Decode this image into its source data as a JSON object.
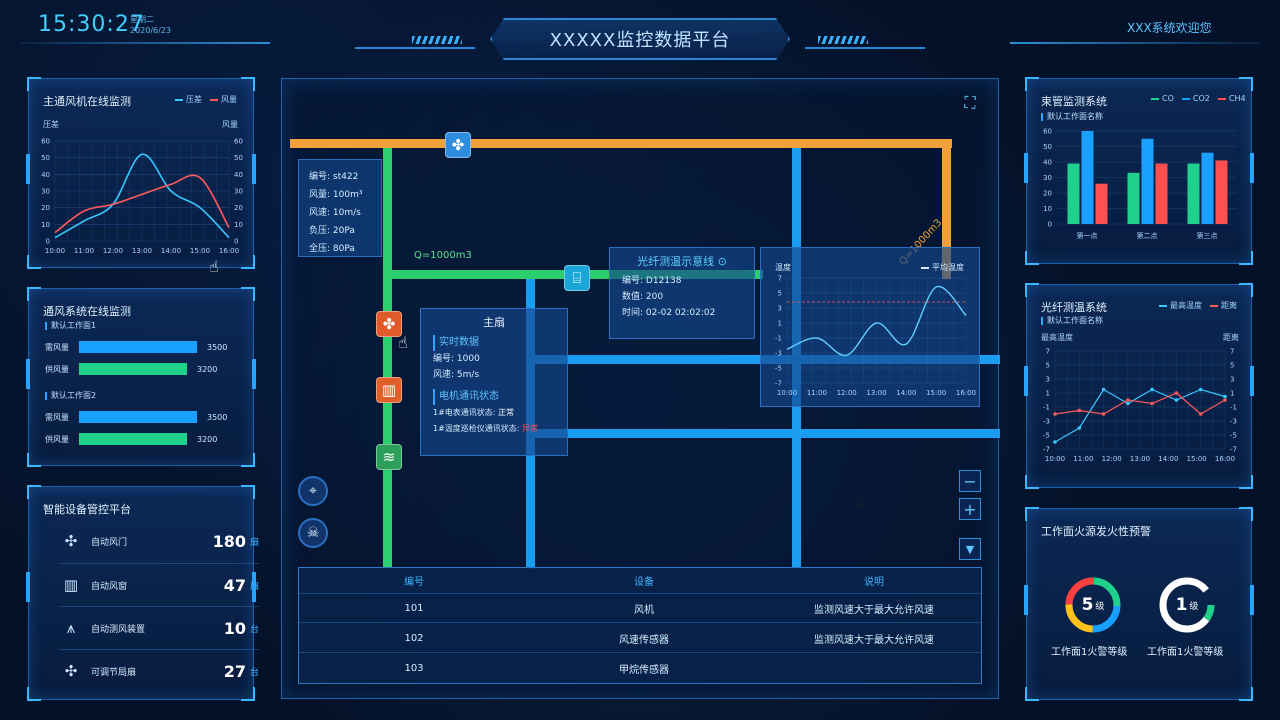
{
  "header": {
    "time": "15:30:27",
    "weekday": "星期二",
    "date": "2020/6/23",
    "title": "XXXXX监控数据平台",
    "welcome": "XXX系统欢迎您"
  },
  "fan_panel": {
    "title": "主通风机在线监测",
    "legend": [
      {
        "name": "压差",
        "color": "#38c6ff"
      },
      {
        "name": "风量",
        "color": "#ff5a5a"
      }
    ],
    "y_left_label": "压差",
    "y_right_label": "风量",
    "chart_data": {
      "type": "line",
      "x": [
        "10:00",
        "11:00",
        "12:00",
        "13:00",
        "14:00",
        "15:00",
        "16:00"
      ],
      "ylim": [
        0,
        60
      ],
      "yticks": [
        0,
        10,
        20,
        30,
        40,
        50,
        60
      ],
      "series": [
        {
          "name": "压差",
          "color": "#38c6ff",
          "values": [
            2,
            12,
            22,
            52,
            30,
            20,
            2
          ]
        },
        {
          "name": "风量",
          "color": "#ff5a5a",
          "values": [
            5,
            18,
            22,
            28,
            34,
            38,
            8
          ]
        }
      ]
    }
  },
  "ventilation_panel": {
    "title": "通风系统在线监测",
    "groups": [
      {
        "label": "默认工作面1",
        "rows": [
          {
            "name": "需风量",
            "value": 3500,
            "color": "#1aa0ff"
          },
          {
            "name": "供风量",
            "value": 3200,
            "color": "#1fd18a"
          }
        ]
      },
      {
        "label": "默认工作面2",
        "rows": [
          {
            "name": "需风量",
            "value": 3500,
            "color": "#1aa0ff"
          },
          {
            "name": "供风量",
            "value": 3200,
            "color": "#1fd18a"
          }
        ]
      }
    ],
    "max": 3500
  },
  "device_panel": {
    "title": "智能设备管控平台",
    "items": [
      {
        "name": "自动风门",
        "value": "180",
        "unit": "扇",
        "icon": "fan-icon"
      },
      {
        "name": "自动风窗",
        "value": "47",
        "unit": "扇",
        "icon": "window-icon"
      },
      {
        "name": "自动测风装置",
        "value": "10",
        "unit": "台",
        "icon": "tower-icon"
      },
      {
        "name": "可调节局扇",
        "value": "27",
        "unit": "台",
        "icon": "fan-icon"
      }
    ]
  },
  "map": {
    "pipe_label_q1": "Q=1000m3",
    "pipe_label_q2": "Q=1000m3",
    "fan_card": {
      "rows": [
        {
          "k": "编号:",
          "v": "st422"
        },
        {
          "k": "风量:",
          "v": "100m³"
        },
        {
          "k": "风速:",
          "v": "10m/s"
        },
        {
          "k": "负压:",
          "v": "20Pa"
        },
        {
          "k": "全压:",
          "v": "80Pa"
        }
      ]
    },
    "main_fan_card": {
      "title": "主扇",
      "section1": "实时数据",
      "rows1": [
        {
          "k": "编号:",
          "v": "1000"
        },
        {
          "k": "风速:",
          "v": "5m/s"
        }
      ],
      "section2": "电机通讯状态",
      "rows2": [
        {
          "k": "1#电表通讯状态:",
          "v": "正常",
          "color": "#ffffff"
        },
        {
          "k": "1#温度巡检仪通讯状态:",
          "v": "异常",
          "color": "#ff4d4d"
        }
      ]
    },
    "fiber_card": {
      "title": "光纤测温示意线",
      "rows": [
        {
          "k": "编号:",
          "v": "D12138"
        },
        {
          "k": "数值:",
          "v": "200"
        },
        {
          "k": "时间:",
          "v": "02-02 02:02:02"
        }
      ]
    },
    "temp_card": {
      "y_label": "温度",
      "legend": "平均温度",
      "chart_data": {
        "type": "line",
        "x": [
          "10:00",
          "11:00",
          "12:00",
          "13:00",
          "14:00",
          "15:00",
          "16:00"
        ],
        "ylim": [
          -7,
          7
        ],
        "yticks": [
          -7,
          -5,
          -3,
          -1,
          1,
          3,
          5,
          7
        ],
        "series": [
          {
            "name": "温度",
            "color": "#5fd0ff",
            "values": [
              -2.5,
              -1,
              -3.3,
              1,
              -1.8,
              5.8,
              2
            ]
          }
        ],
        "average": 3.8
      }
    },
    "table": {
      "headers": [
        "编号",
        "设备",
        "说明"
      ],
      "rows": [
        [
          "101",
          "风机",
          "监测风速大于最大允许风速"
        ],
        [
          "102",
          "风速传感器",
          "监测风速大于最大允许风速"
        ],
        [
          "103",
          "甲烷传感器",
          ""
        ]
      ]
    }
  },
  "tube_panel": {
    "title": "束管监测系统",
    "sub": "默认工作面名称",
    "legend": [
      {
        "name": "CO",
        "color": "#1fd18a"
      },
      {
        "name": "CO2",
        "color": "#1aa0ff"
      },
      {
        "name": "CH4",
        "color": "#ff5050"
      }
    ],
    "chart_data": {
      "type": "bar",
      "categories": [
        "第一点",
        "第二点",
        "第三点"
      ],
      "ylim": [
        0,
        60
      ],
      "yticks": [
        0,
        10,
        20,
        30,
        40,
        50,
        60
      ],
      "series": [
        {
          "name": "CO",
          "color": "#1fd18a",
          "values": [
            39,
            33,
            39
          ]
        },
        {
          "name": "CO2",
          "color": "#1aa0ff",
          "values": [
            60,
            55,
            46
          ]
        },
        {
          "name": "CH4",
          "color": "#ff5050",
          "values": [
            26,
            39,
            41
          ]
        }
      ]
    }
  },
  "fiber_panel": {
    "title": "光纤测温系统",
    "sub": "默认工作面名称",
    "legend": [
      {
        "name": "最高温度",
        "color": "#38c6ff"
      },
      {
        "name": "距离",
        "color": "#ff5a5a"
      }
    ],
    "y_left_label": "最高温度",
    "y_right_label": "距离",
    "chart_data": {
      "type": "line",
      "x": [
        "10:00",
        "11:00",
        "12:00",
        "13:00",
        "14:00",
        "15:00",
        "16:00"
      ],
      "ylim": [
        -7,
        7
      ],
      "yticks": [
        -7,
        -5,
        -3,
        -1,
        1,
        3,
        5,
        7
      ],
      "series": [
        {
          "name": "最高温度",
          "color": "#38c6ff",
          "values": [
            -6,
            -4,
            1.5,
            -0.5,
            1.5,
            0,
            1.5,
            0.5
          ]
        },
        {
          "name": "距离",
          "color": "#ff5a5a",
          "values": [
            -2,
            -1.5,
            -2,
            0,
            -0.5,
            1,
            -2,
            0
          ]
        }
      ]
    }
  },
  "fire_panel": {
    "title": "工作面火源发火性预警",
    "gauges": [
      {
        "level": "5",
        "unit": "级",
        "label": "工作面1火警等级"
      },
      {
        "level": "1",
        "unit": "级",
        "label": "工作面1火警等级"
      }
    ]
  }
}
